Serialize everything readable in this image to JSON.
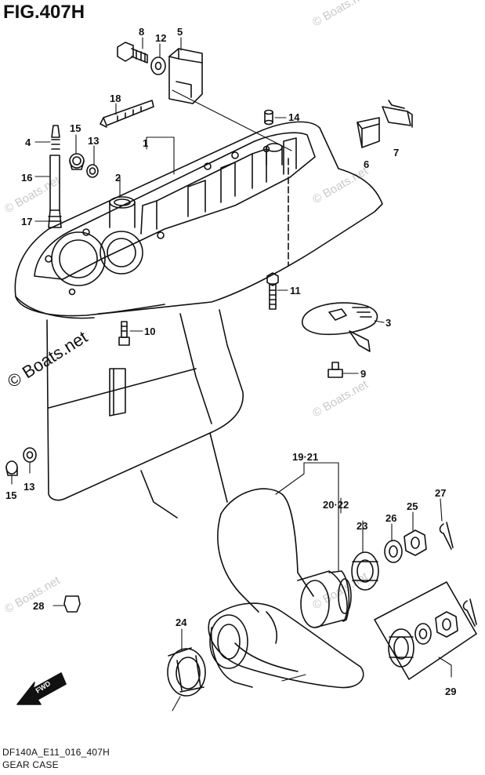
{
  "title": "FIG.407H",
  "drawing_code": "DF140A_E11_016_407H",
  "caption": "GEAR CASE",
  "watermark": "© Boats.net",
  "fwd_label": "FWD",
  "callouts": [
    "8",
    "12",
    "5",
    "18",
    "14",
    "4",
    "15",
    "13",
    "1",
    "6",
    "7",
    "16",
    "2",
    "17",
    "11",
    "3",
    "10",
    "9",
    "15",
    "13",
    "19·21",
    "27",
    "20·22",
    "25",
    "26",
    "23",
    "28",
    "24",
    "29"
  ]
}
